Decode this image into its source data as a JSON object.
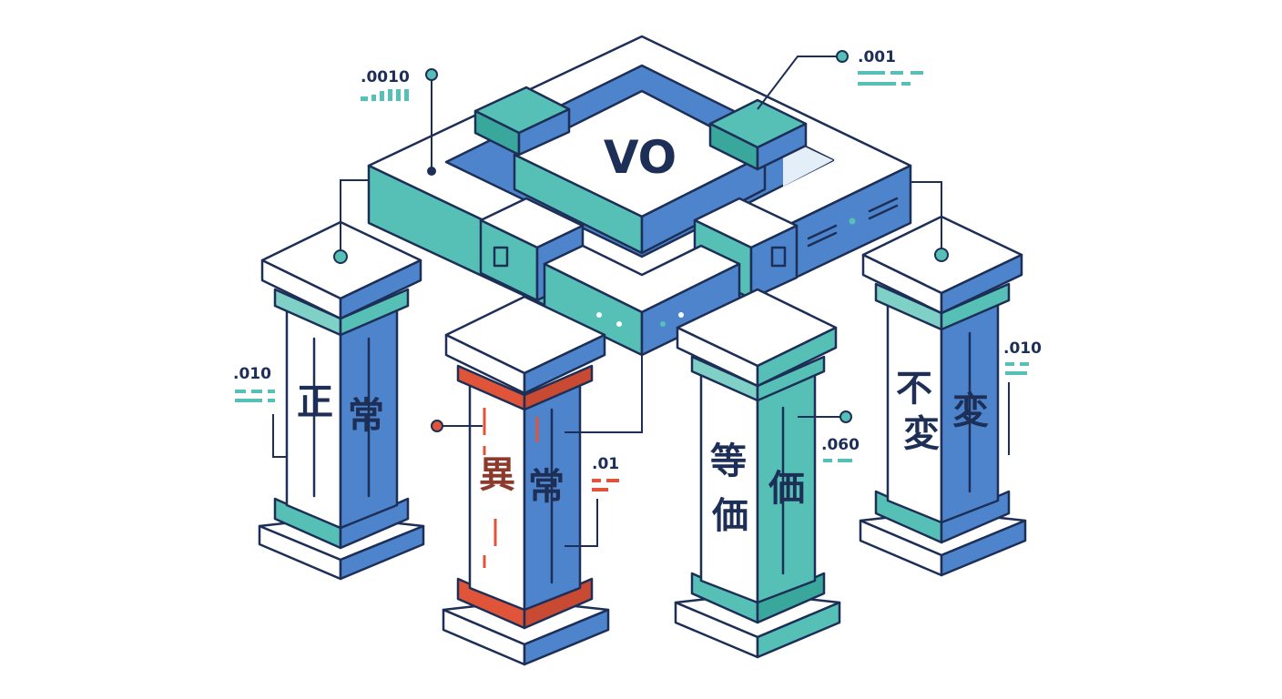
{
  "top_block": {
    "label": "VO"
  },
  "pillars": [
    {
      "id": "normal",
      "chars": [
        "正",
        "常"
      ],
      "code": ".010"
    },
    {
      "id": "abnormal",
      "chars": [
        "異",
        "常"
      ],
      "code": ".01"
    },
    {
      "id": "equivalent",
      "chars": [
        "等",
        "価"
      ],
      "code": ".060"
    },
    {
      "id": "immutable",
      "chars": [
        "不",
        "変"
      ],
      "code": ".010"
    }
  ],
  "top_codes": {
    "left": ".0010",
    "right": ".001"
  },
  "colors": {
    "outline": "#1d2f57",
    "blue": "#4d84cc",
    "teal": "#56c0b7",
    "red": "#e0553a",
    "white": "#ffffff"
  }
}
